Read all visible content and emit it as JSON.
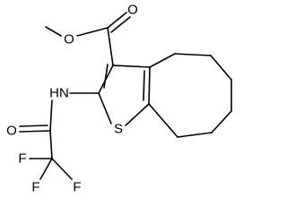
{
  "atoms": {
    "carbonyl_o_top": "O",
    "ester_o": "O",
    "nh": "HN",
    "thiophene_s": "S",
    "amide_o": "O",
    "f_left": "F",
    "f_bottom_left": "F",
    "f_bottom_right": "F"
  }
}
